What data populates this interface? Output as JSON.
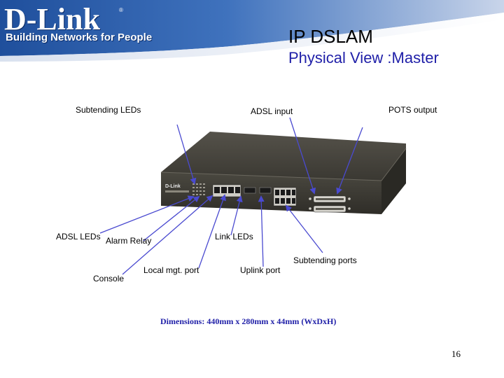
{
  "banner": {
    "brand": "D-Link",
    "tagline": "Building Networks for People",
    "colors": {
      "primary": "#2d5fae",
      "dark": "#163d86",
      "light": "#dfe6f2"
    }
  },
  "title": "IP DSLAM",
  "subtitle": "Physical View :Master",
  "callouts": {
    "subtending_leds": "Subtending LEDs",
    "adsl_input": "ADSL input",
    "pots_output": "POTS output",
    "adsl_leds": "ADSL LEDs",
    "alarm_relay": "Alarm Relay",
    "link_leds": "Link LEDs",
    "subtending_ports": "Subtending ports",
    "local_mgt_port": "Local mgt. port",
    "uplink_port": "Uplink port",
    "console": "Console"
  },
  "device": {
    "label": "D-Link",
    "body_color": "#3d3b34",
    "arrow_color": "#4a4ad0"
  },
  "dimensions": "Dimensions: 440mm x 280mm x 44mm (WxDxH)",
  "page_number": "16",
  "colors": {
    "title": "#000000",
    "subtitle": "#1f1fa8",
    "dimensions": "#1f1fa8"
  }
}
